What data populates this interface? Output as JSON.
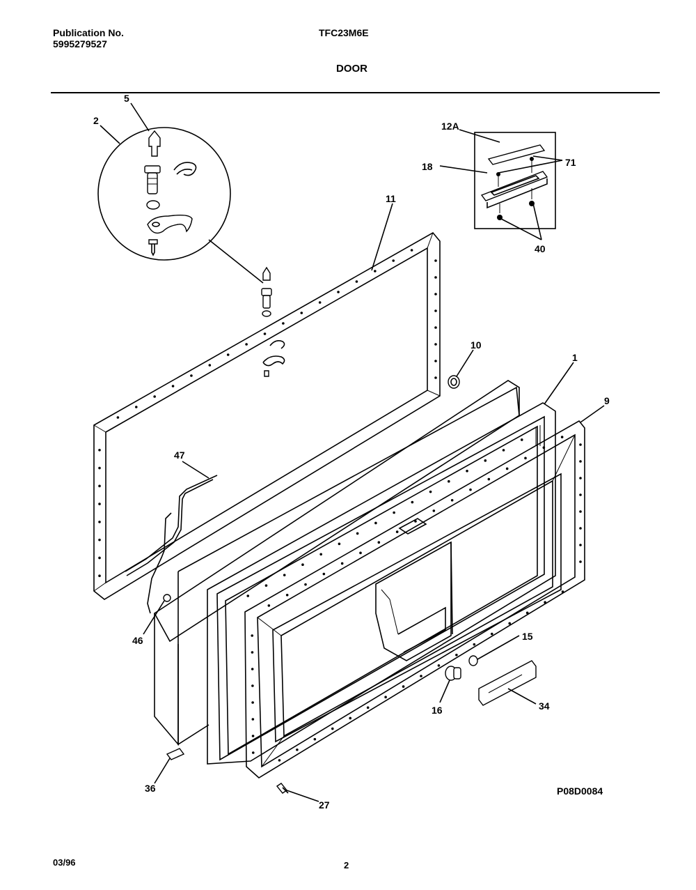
{
  "header": {
    "publication_label": "Publication No.",
    "publication_number": "5995279527",
    "model": "TFC23M6E",
    "section_title": "DOOR"
  },
  "callouts": [
    "5",
    "2",
    "12A",
    "18",
    "71",
    "40",
    "11",
    "10",
    "1",
    "9",
    "47",
    "46",
    "15",
    "16",
    "34",
    "36",
    "27"
  ],
  "drawing_code": "P08D0084",
  "footer": {
    "date": "03/96",
    "page_number": "2"
  }
}
